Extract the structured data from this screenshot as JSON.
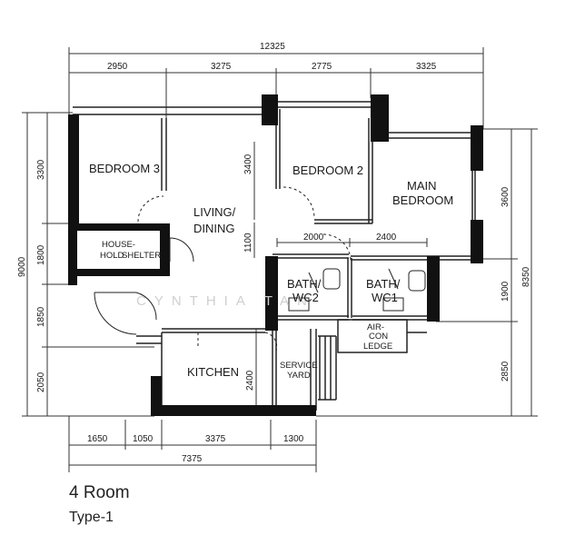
{
  "rooms": {
    "bedroom3": "BEDROOM 3",
    "bedroom2": "BEDROOM 2",
    "main_bedroom_l1": "MAIN",
    "main_bedroom_l2": "BEDROOM",
    "living_l1": "LIVING/",
    "living_l2": "DINING",
    "shelter_l1": "HOUSE-",
    "shelter_l2": "HOLD",
    "shelter_l3": "SHELTER",
    "bath2_l1": "BATH/",
    "bath2_l2": "WC2",
    "bath1_l1": "BATH/",
    "bath1_l2": "WC1",
    "aircon_l1": "AIR-",
    "aircon_l2": "CON",
    "aircon_l3": "LEDGE",
    "kitchen": "KITCHEN",
    "service_l1": "SERVICE",
    "service_l2": "YARD"
  },
  "dimensions": {
    "top_total": "12325",
    "top": [
      "2950",
      "3275",
      "2775",
      "3325"
    ],
    "left_total": "9000",
    "left": [
      "3300",
      "1800",
      "1850",
      "2050"
    ],
    "right_total": "8350",
    "right": [
      "3600",
      "1900",
      "2850"
    ],
    "bottom": [
      "1650",
      "1050",
      "3375",
      "1300"
    ],
    "bottom_total": "7375",
    "inner_3400": "3400",
    "inner_1100": "1100",
    "inner_2000": "2000",
    "inner_2400_h": "2400",
    "inner_2400_v": "2400"
  },
  "watermark": "CYNTHIA TAN",
  "caption": {
    "type": "4 Room",
    "subtype": "Type-1"
  }
}
